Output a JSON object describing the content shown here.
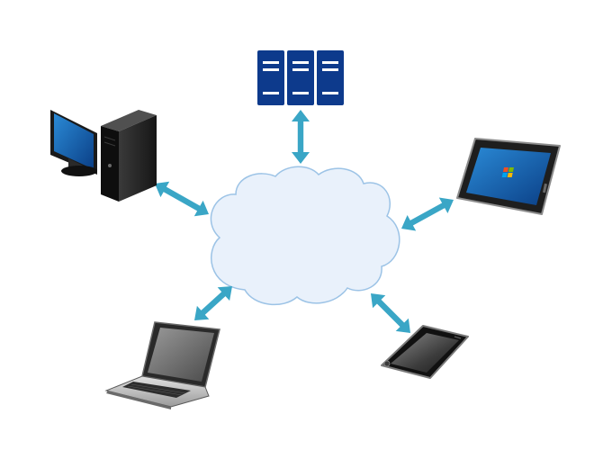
{
  "diagram": {
    "type": "cloud-network",
    "center": {
      "icon": "cloud-icon"
    },
    "nodes": [
      {
        "id": "server-rack",
        "icon": "server-rack-icon",
        "color": "#0d3a8c"
      },
      {
        "id": "desktop",
        "icon": "desktop-computer-icon",
        "screen_color": "#1d6fb8"
      },
      {
        "id": "tablet",
        "icon": "tablet-icon",
        "screen_color": "#1c64b0"
      },
      {
        "id": "laptop",
        "icon": "laptop-icon"
      },
      {
        "id": "smartphone",
        "icon": "smartphone-icon"
      }
    ],
    "connections": [
      {
        "from": "cloud",
        "to": "server-rack",
        "direction": "bidirectional"
      },
      {
        "from": "cloud",
        "to": "desktop",
        "direction": "bidirectional"
      },
      {
        "from": "cloud",
        "to": "tablet",
        "direction": "bidirectional"
      },
      {
        "from": "cloud",
        "to": "laptop",
        "direction": "bidirectional"
      },
      {
        "from": "cloud",
        "to": "smartphone",
        "direction": "bidirectional"
      }
    ],
    "colors": {
      "cloud_fill": "#e9f1fb",
      "cloud_stroke": "#9cc3e6",
      "arrow": "#3aa6c6"
    }
  }
}
